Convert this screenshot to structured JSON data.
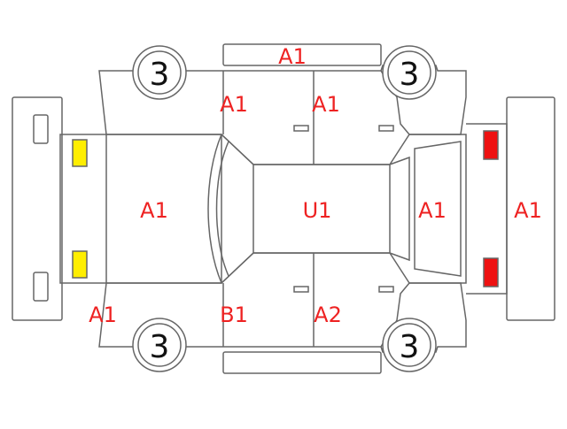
{
  "colors": {
    "outline": "#666666",
    "damage_code": "#ee2222",
    "wheel_number": "#111111",
    "front_lamp": "#ffee00",
    "rear_lamp": "#ee1111"
  },
  "wheels": {
    "front_left": "3",
    "front_right": "3",
    "rear_left": "3",
    "rear_right": "3"
  },
  "codes": {
    "roof_top_edge": "A1",
    "front_door_left": "A1",
    "rear_door_left": "A1",
    "hood": "A1",
    "roof": "U1",
    "trunk": "A1",
    "rear_bumper": "A1",
    "front_bumper_corner": "A1",
    "front_door_right": "B1",
    "rear_door_right": "A2"
  },
  "icons": {
    "front_lamps": "headlight-marker",
    "rear_lamps": "taillight-marker"
  }
}
